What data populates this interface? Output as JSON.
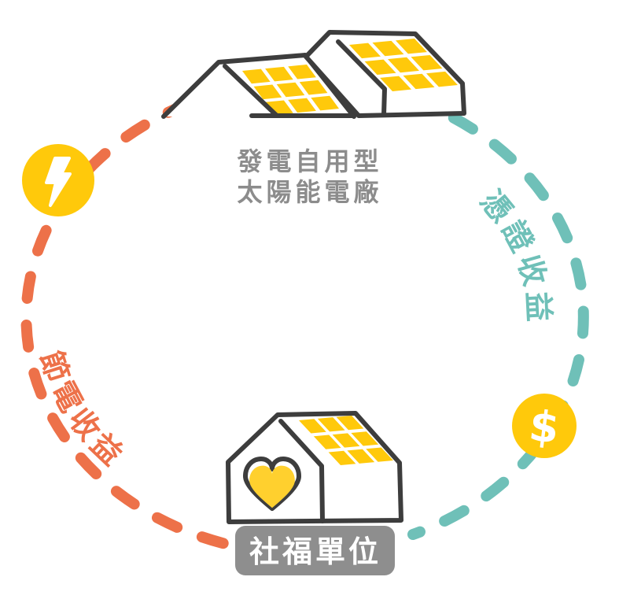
{
  "page": {
    "background": "#ffffff"
  },
  "colors": {
    "orange": "#ED7149",
    "teal": "#6FC0B8",
    "yellow": "#FFC90B",
    "heart_yellow": "#FFD02E",
    "outline": "#3D3D3D",
    "gray_text": "#8C8C8C",
    "label_bg": "#8E8E8E",
    "white": "#FFFFFF"
  },
  "solar_plant": {
    "name_line1": "發電自用型",
    "name_line2": "太陽能電廠"
  },
  "welfare_unit": {
    "label": "社福單位"
  },
  "arcs": {
    "left_label": "節電收益",
    "right_label": "憑證收益"
  },
  "icons": {
    "lightning": "lightning-bolt-icon",
    "dollar": "dollar-sign-icon",
    "dollar_symbol": "$",
    "heart": "heart-icon",
    "solar_panels": "solar-panel-grid"
  }
}
